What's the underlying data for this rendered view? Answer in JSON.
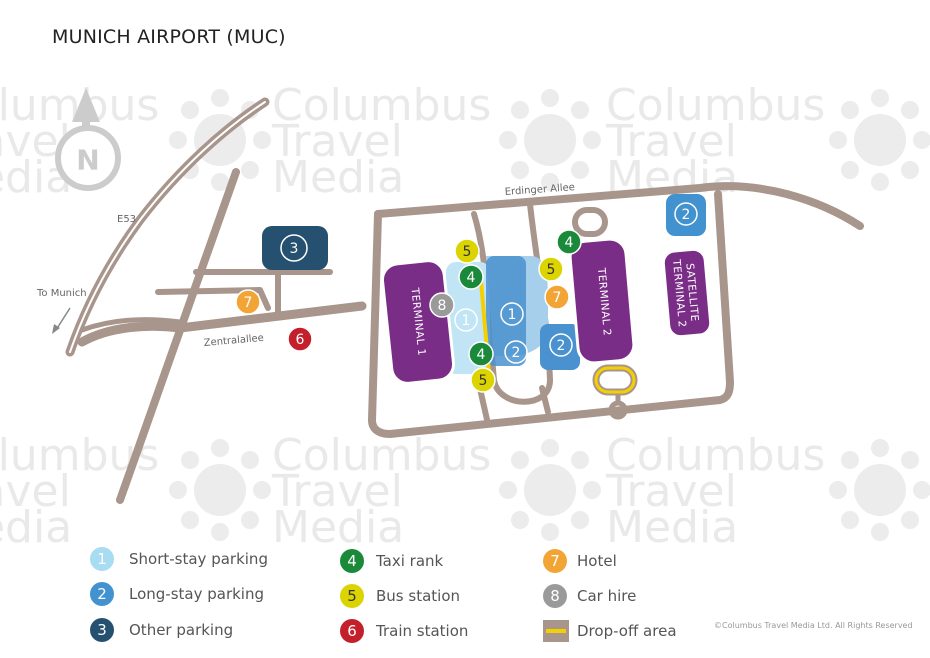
{
  "title": "MUNICH AIRPORT (MUC)",
  "watermark": {
    "lines": [
      "Columbus",
      "Travel",
      "Media"
    ]
  },
  "compass": {
    "letter": "N"
  },
  "roads": {
    "e53": "E53",
    "to_munich": "To Munich",
    "zentralallee": "Zentralallee",
    "erdinger_allee": "Erdinger Allee"
  },
  "terminals": {
    "terminal_1": "TERMINAL 1",
    "terminal_2": "TERMINAL 2",
    "satellite_line1": "SATELLITE",
    "satellite_line2": "TERMINAL 2"
  },
  "markers": {
    "1": {
      "label": "Short-stay parking",
      "color": "#a8dcf2",
      "text": "1"
    },
    "2": {
      "label": "Long-stay parking",
      "color": "#4292d0",
      "text": "2"
    },
    "3": {
      "label": "Other parking",
      "color": "#25506f",
      "text": "3"
    },
    "4": {
      "label": "Taxi rank",
      "color": "#1a8a3a",
      "text": "4"
    },
    "5": {
      "label": "Bus station",
      "color": "#dcd400",
      "text": "5"
    },
    "6": {
      "label": "Train station",
      "color": "#c4202c",
      "text": "6"
    },
    "7": {
      "label": "Hotel",
      "color": "#f2a535",
      "text": "7"
    },
    "8": {
      "label": "Car hire",
      "color": "#9a9a9a",
      "text": "8"
    }
  },
  "legend": {
    "col1": [
      {
        "num": "1",
        "label": "Short-stay parking"
      },
      {
        "num": "2",
        "label": "Long-stay parking"
      },
      {
        "num": "3",
        "label": "Other parking"
      }
    ],
    "col2": [
      {
        "num": "4",
        "label": "Taxi rank"
      },
      {
        "num": "5",
        "label": "Bus station"
      },
      {
        "num": "6",
        "label": "Train station"
      }
    ],
    "col3": [
      {
        "num": "7",
        "label": "Hotel"
      },
      {
        "num": "8",
        "label": "Car hire"
      },
      {
        "num": "",
        "label": "Drop-off area"
      }
    ]
  },
  "colors": {
    "road": "#a8958b",
    "terminal": "#7a2d86",
    "dropoff": "#f4d000"
  },
  "copyright": "©Columbus Travel Media Ltd. All Rights Reserved"
}
